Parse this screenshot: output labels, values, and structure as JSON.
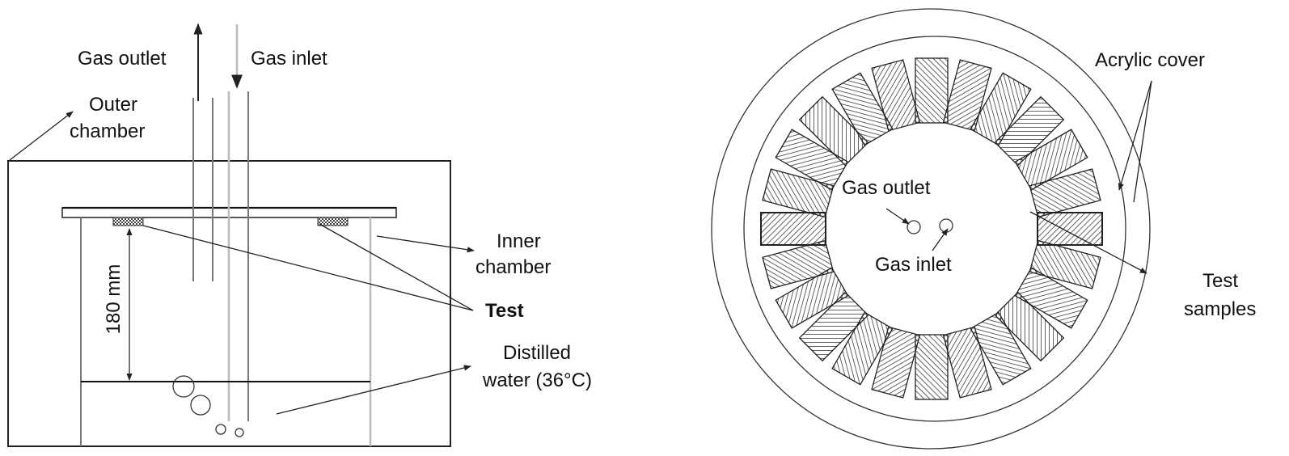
{
  "figures": {
    "side_view": {
      "labels": {
        "gas_outlet": "Gas outlet",
        "gas_inlet": "Gas inlet",
        "outer_chamber_line1": "Outer",
        "outer_chamber_line2": "chamber",
        "inner_chamber_line1": "Inner",
        "inner_chamber_line2": "chamber",
        "test": "Test",
        "distilled_line1": "Distilled",
        "distilled_line2": "water (36°C)",
        "dimension": "180 mm"
      }
    },
    "top_view": {
      "labels": {
        "acrylic_cover": "Acrylic cover",
        "gas_outlet": "Gas outlet",
        "gas_inlet": "Gas inlet",
        "test_samples_line1": "Test",
        "test_samples_line2": "samples"
      },
      "sample_count": 24
    }
  },
  "colors": {
    "ink": "#222222",
    "light_wall": "#bbbbbb",
    "background": "#ffffff"
  }
}
